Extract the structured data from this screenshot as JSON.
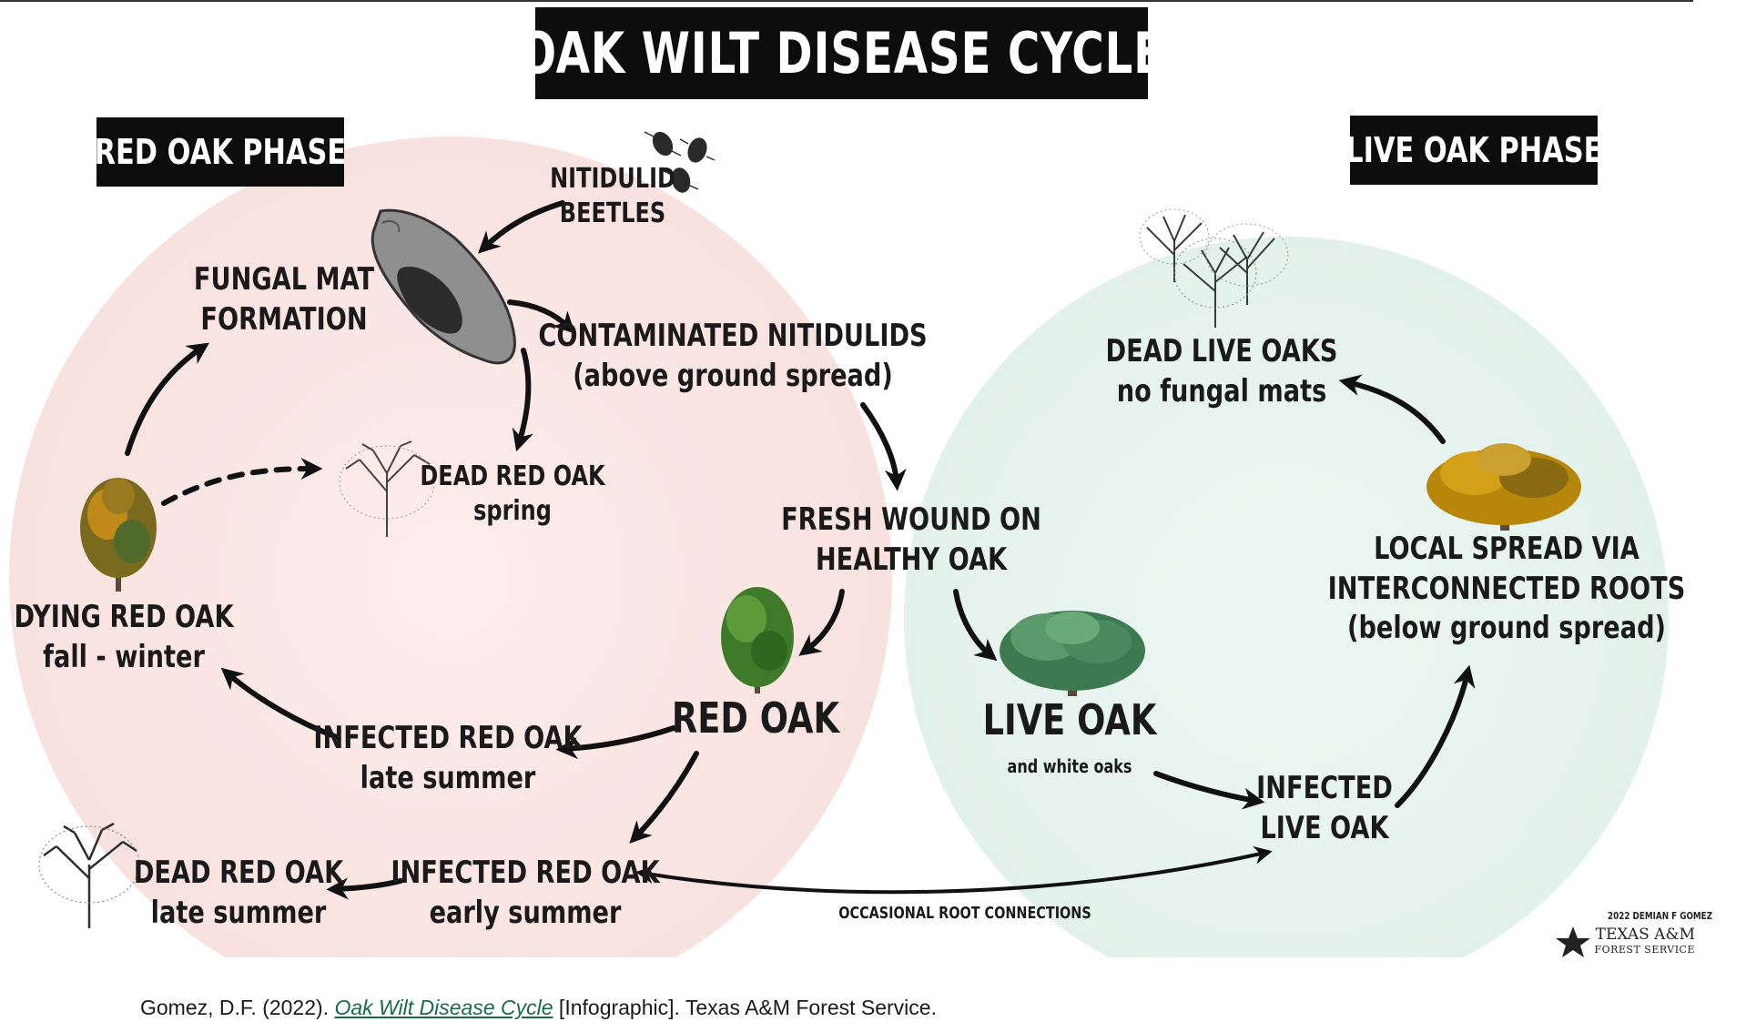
{
  "title": "OAK WILT DISEASE CYCLE",
  "phases": {
    "red": "RED OAK PHASE",
    "live": "LIVE OAK PHASE"
  },
  "labels": {
    "beetles": [
      "NITIDULID",
      "BEETLES"
    ],
    "fungal_mat": [
      "FUNGAL MAT",
      "FORMATION"
    ],
    "contaminated": [
      "CONTAMINATED NITIDULIDS",
      "(above ground spread)"
    ],
    "dead_red_spring": [
      "DEAD RED OAK",
      "spring"
    ],
    "dying_red": [
      "DYING RED OAK",
      "fall - winter"
    ],
    "fresh_wound": [
      "FRESH WOUND ON",
      "HEALTHY OAK"
    ],
    "red_oak": "RED OAK",
    "live_oak": "LIVE OAK",
    "live_oak_sub": "and white oaks",
    "infected_red_late": [
      "INFECTED RED OAK",
      "late summer"
    ],
    "infected_red_early": [
      "INFECTED RED OAK",
      "early summer"
    ],
    "dead_red_late": [
      "DEAD RED OAK",
      "late summer"
    ],
    "infected_live": [
      "INFECTED",
      "LIVE OAK"
    ],
    "dead_live": [
      "DEAD LIVE OAKS",
      "no fungal mats"
    ],
    "local_spread": [
      "LOCAL SPREAD VIA",
      "INTERCONNECTED ROOTS",
      "(below ground spread)"
    ],
    "root_connections": "OCCASIONAL ROOT CONNECTIONS"
  },
  "credit": {
    "author": "2022 DEMIAN F GOMEZ",
    "org": "TEXAS A&M",
    "org_sub": "FOREST SERVICE"
  },
  "citation": {
    "prefix": "Gomez, D.F. (2022). ",
    "link": "Oak Wilt Disease Cycle",
    "suffix": " [Infographic]. Texas A&M Forest Service."
  },
  "colors": {
    "red_phase_bg": "#fbe9e7",
    "live_phase_bg": "#e9f5f1",
    "box_bg": "#0d0d0d",
    "link": "#1a6b4a"
  }
}
